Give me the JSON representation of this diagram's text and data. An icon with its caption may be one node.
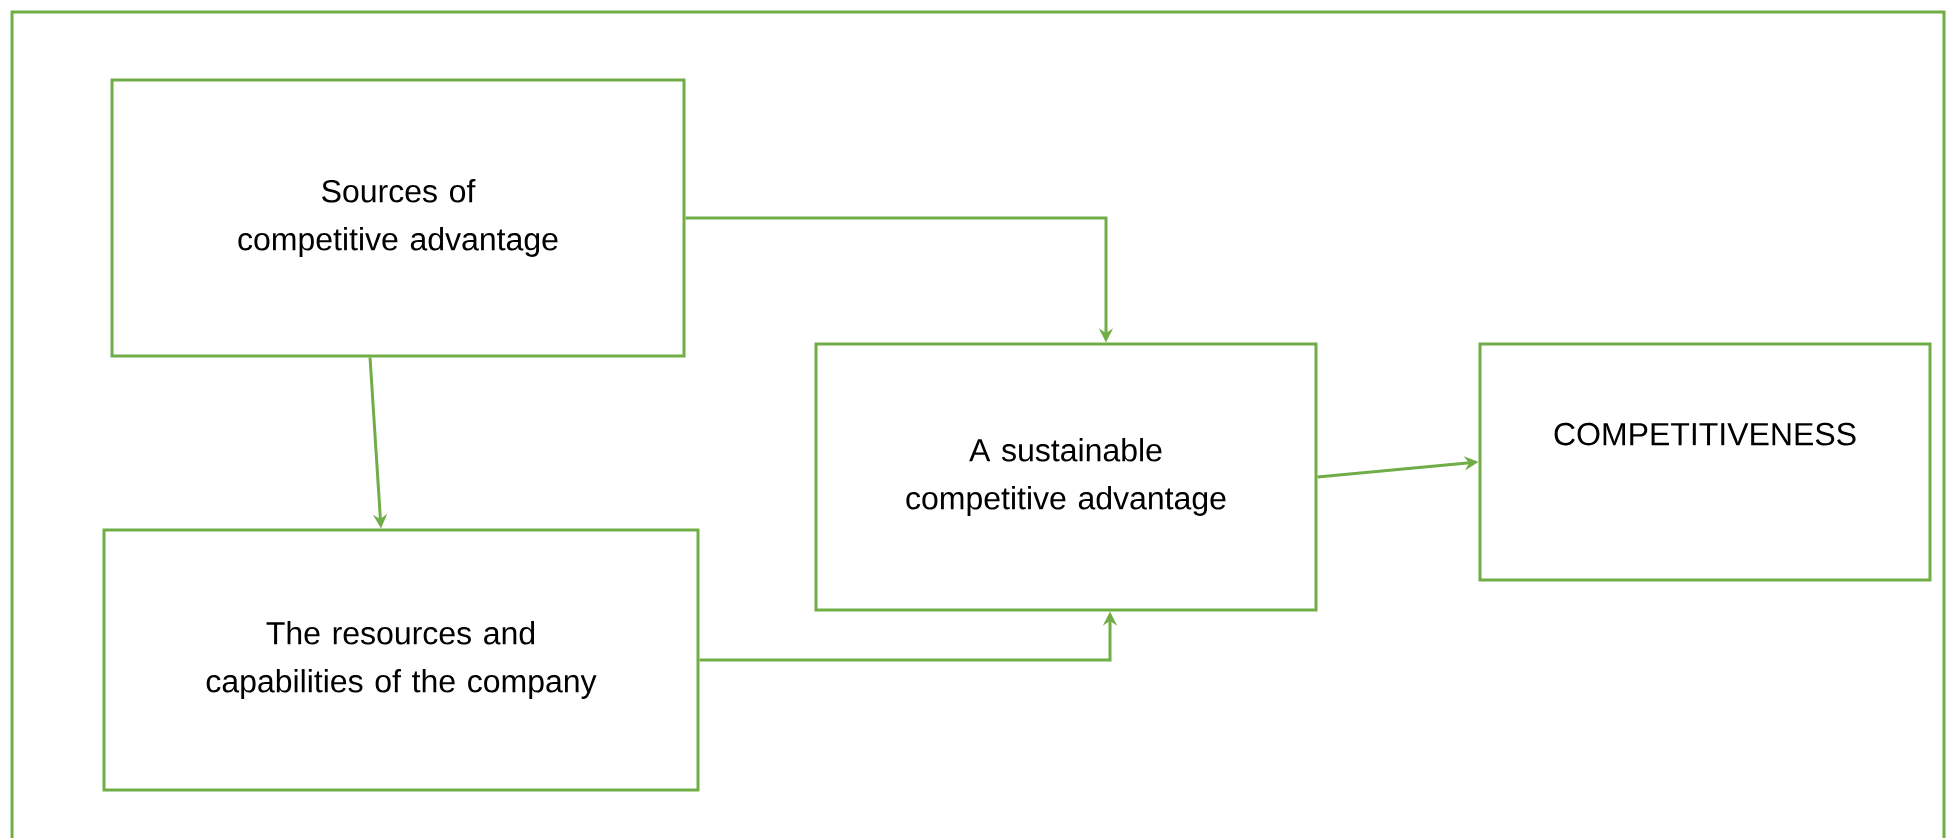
{
  "diagram": {
    "nodes": [
      {
        "text": [
          "Sources of competitive advantage"
        ]
      },
      {
        "text": [
          "The resources and capabilities of the company"
        ]
      },
      {
        "text": [
          "A sustainable competitive advantage"
        ]
      },
      {
        "text": [
          "COMPETITIVENESS"
        ]
      }
    ],
    "edges": [
      {
        "from": 0,
        "to": 1,
        "arrow": "to"
      },
      {
        "from": 0,
        "to": 2,
        "arrow": "to"
      },
      {
        "from": 1,
        "to": 2,
        "arrow": "to"
      },
      {
        "from": 2,
        "to": 3,
        "arrow": "to"
      }
    ]
  }
}
